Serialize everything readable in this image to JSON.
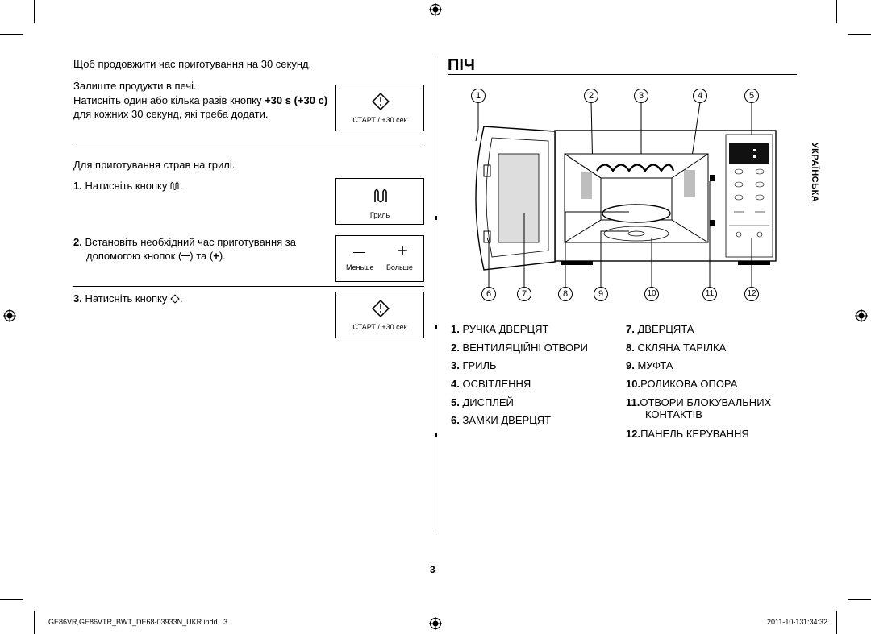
{
  "left_column": {
    "plus30_heading": "Щоб продовжити час приготування на 30 секунд.",
    "plus30_step1": "Залиште продукти в печі.",
    "plus30_step2a_pre": "Натисніть один або кілька разів кнопку ",
    "plus30_step2a_bold": "+30 s (+30 с)",
    "plus30_step2b": "для кожних 30 секунд, які треба додати.",
    "grill_heading": "Для приготування страв на грилі.",
    "step1_num": "1.",
    "step1_text": "Натисніть кнопку ",
    "step2_num": "2.",
    "step2_text_a": "Встановіть необхідний час приготування за",
    "step2_text_b_pre": "допомогою кнопок (",
    "step2_text_b_mid": ") та (",
    "step2_text_b_post": ").",
    "step3_num": "3.",
    "step3_text": "Натисніть кнопку ",
    "start_label_1": "СТАРТ / +30 сек",
    "grill_label": "Гриль",
    "minus_label": "Меньше",
    "plus_label": "Больше",
    "start_label_2": "СТАРТ / +30 сек"
  },
  "right_column": {
    "section_title": "ПІЧ",
    "callouts_top": [
      "1",
      "2",
      "3",
      "4",
      "5"
    ],
    "callouts_bottom": [
      "6",
      "7",
      "8",
      "9",
      "10",
      "11",
      "12"
    ],
    "legend_left": [
      {
        "num": "1.",
        "text": "РУЧКА ДВЕРЦЯТ"
      },
      {
        "num": "2.",
        "text": "ВЕНТИЛЯЦІЙНІ ОТВОРИ"
      },
      {
        "num": "3.",
        "text": "ГРИЛЬ"
      },
      {
        "num": "4.",
        "text": "ОСВІТЛЕННЯ"
      },
      {
        "num": "5.",
        "text": "ДИСПЛЕЙ"
      },
      {
        "num": "6.",
        "text": "ЗАМКИ ДВЕРЦЯТ"
      }
    ],
    "legend_right": [
      {
        "num": "7.",
        "text": "ДВЕРЦЯТА"
      },
      {
        "num": "8.",
        "text": "СКЛЯНА ТАРІЛКА"
      },
      {
        "num": "9.",
        "text": "МУФТА"
      },
      {
        "num": "10.",
        "text": "РОЛИКОВА ОПОРА"
      },
      {
        "num": "11.",
        "text": "ОТВОРИ БЛОКУВАЛЬНИХ"
      },
      {
        "num": "",
        "text": "КОНТАКТІВ"
      },
      {
        "num": "12.",
        "text": "ПАНЕЛЬ КЕРУВАННЯ"
      }
    ],
    "side_tab": "УКРАЇНСЬКА"
  },
  "page_number": "3",
  "footer": {
    "file": "GE86VR,GE86VTR_BWT_DE68-03933N_UKR.indd   3",
    "date": "2011-10-13",
    "time": "1:34:32"
  }
}
